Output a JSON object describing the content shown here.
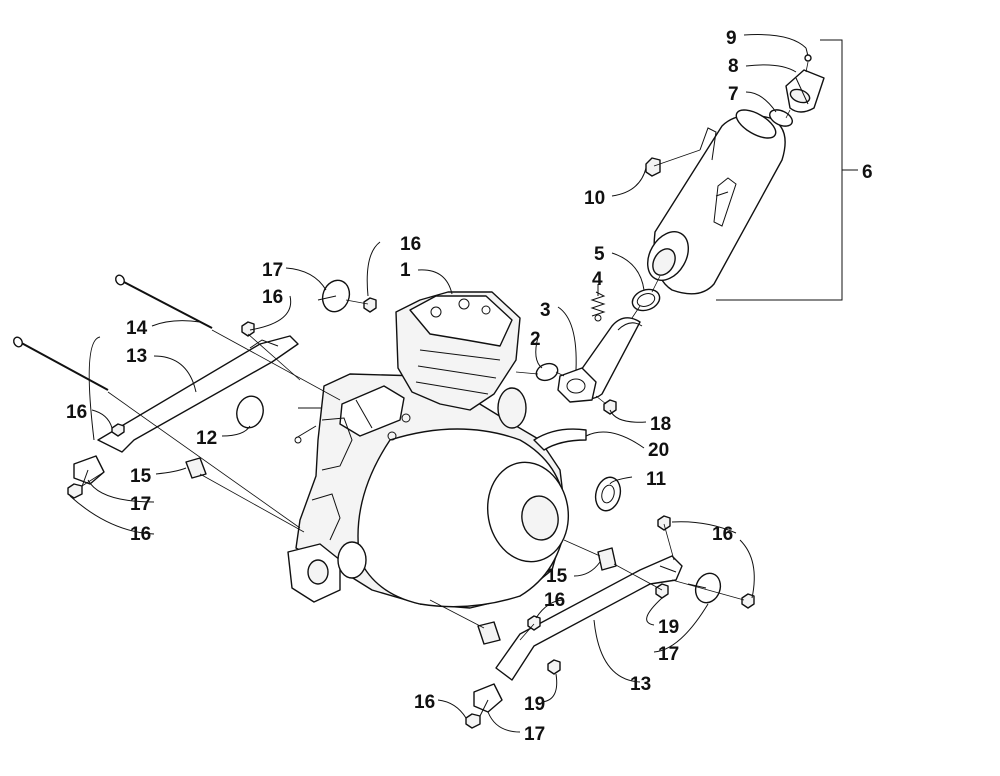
{
  "callouts": [
    {
      "id": "c1",
      "label": "1"
    },
    {
      "id": "c2",
      "label": "2"
    },
    {
      "id": "c3",
      "label": "3"
    },
    {
      "id": "c4",
      "label": "4"
    },
    {
      "id": "c5",
      "label": "5"
    },
    {
      "id": "c6",
      "label": "6"
    },
    {
      "id": "c7",
      "label": "7"
    },
    {
      "id": "c8",
      "label": "8"
    },
    {
      "id": "c9",
      "label": "9"
    },
    {
      "id": "c10",
      "label": "10"
    },
    {
      "id": "c11",
      "label": "11"
    },
    {
      "id": "c12",
      "label": "12"
    },
    {
      "id": "c13a",
      "label": "13"
    },
    {
      "id": "c13b",
      "label": "13"
    },
    {
      "id": "c14",
      "label": "14"
    },
    {
      "id": "c15a",
      "label": "15"
    },
    {
      "id": "c15b",
      "label": "15"
    },
    {
      "id": "c16a",
      "label": "16"
    },
    {
      "id": "c16b",
      "label": "16"
    },
    {
      "id": "c16c",
      "label": "16"
    },
    {
      "id": "c16d",
      "label": "16"
    },
    {
      "id": "c16e",
      "label": "16"
    },
    {
      "id": "c16f",
      "label": "16"
    },
    {
      "id": "c16g",
      "label": "16"
    },
    {
      "id": "c17a",
      "label": "17"
    },
    {
      "id": "c17b",
      "label": "17"
    },
    {
      "id": "c17c",
      "label": "17"
    },
    {
      "id": "c17d",
      "label": "17"
    },
    {
      "id": "c18",
      "label": "18"
    },
    {
      "id": "c19a",
      "label": "19"
    },
    {
      "id": "c19b",
      "label": "19"
    },
    {
      "id": "c20",
      "label": "20"
    }
  ]
}
